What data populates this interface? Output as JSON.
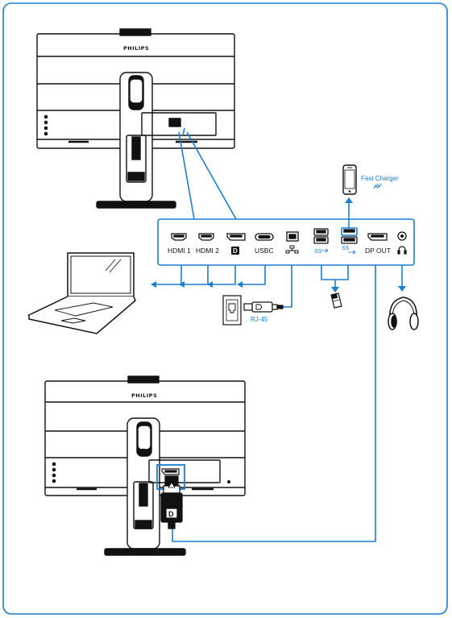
{
  "monitor_top": {
    "brand": "PHILIPS"
  },
  "monitor_bottom": {
    "brand": "PHILIPS"
  },
  "ports": [
    {
      "id": "hdmi1",
      "label": "HDMI 1",
      "icon": "hdmi-port-icon"
    },
    {
      "id": "hdmi2",
      "label": "HDMI 2",
      "icon": "hdmi-port-icon"
    },
    {
      "id": "dp-in",
      "label": "D",
      "icon": "displayport-logo-icon"
    },
    {
      "id": "usbc",
      "label": "USBC",
      "icon": "usb-c-port-icon"
    },
    {
      "id": "rj45",
      "label": "",
      "icon": "network-icon"
    },
    {
      "id": "usb-a",
      "label": "SS",
      "icon": "usb-ss-icon"
    },
    {
      "id": "usb-charge",
      "label": "SS",
      "icon": "usb-ss-charge-icon"
    },
    {
      "id": "dp-out",
      "label": "DP OUT",
      "icon": "displayport-out-port-icon"
    },
    {
      "id": "audio",
      "label": "",
      "icon": "headphones-icon"
    }
  ],
  "devices": {
    "fast_charger_label": "Fast Charger",
    "rj45_label": "RJ-45",
    "dp_plug_label": "D"
  },
  "colors": {
    "border": "#1b7fd0",
    "accent_blue": "#1b7fd0",
    "line_art": "#111111",
    "background": "#ffffff"
  }
}
